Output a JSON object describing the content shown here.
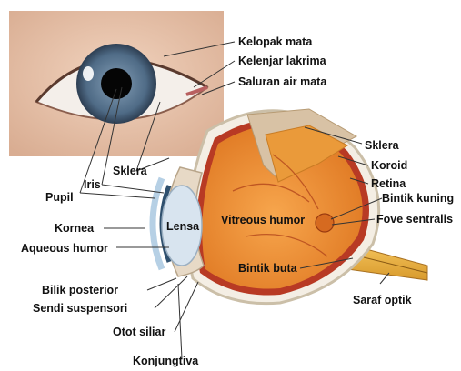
{
  "diagram": {
    "labels": {
      "kelopak_mata": "Kelopak mata",
      "kelenjar_lakrima": "Kelenjar lakrima",
      "saluran_air_mata": "Saluran air mata",
      "sklera_top": "Sklera",
      "sklera_left": "Sklera",
      "koroid": "Koroid",
      "retina": "Retina",
      "bintik_kuning": "Bintik kuning",
      "fove_sentralis": "Fove sentralis",
      "pupil": "Pupil",
      "iris": "Iris",
      "kornea": "Kornea",
      "lensa": "Lensa",
      "vitreous_humor": "Vitreous humor",
      "aqueous_humor": "Aqueous humor",
      "bintik_buta": "Bintik buta",
      "bilik_posterior": "Bilik posterior",
      "sendi_suspensori": "Sendi suspensori",
      "saraf_optik": "Saraf optik",
      "otot_siliar": "Otot siliar",
      "konjungtiva": "Konjungtiva"
    }
  }
}
